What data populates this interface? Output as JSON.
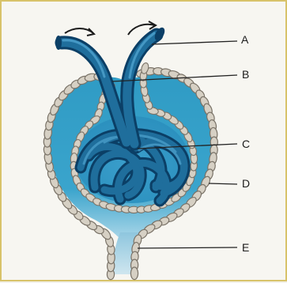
{
  "labels": {
    "a": "A",
    "b": "B",
    "c": "C",
    "d": "D",
    "e": "E"
  },
  "colors": {
    "capsule_fill": "#2f9bc4",
    "capsule_light": "#a9d6e8",
    "vessel_dark": "#0b3f66",
    "vessel_mid": "#1f6e9c",
    "vessel_light": "#4fa3cf",
    "cell_fill": "#d6d0c4",
    "cell_edge": "#7a7368",
    "leader_line": "#222222"
  },
  "icons": {
    "inflow_arrow": "curved-arrow-icon",
    "outflow_arrow": "curved-arrow-icon"
  }
}
